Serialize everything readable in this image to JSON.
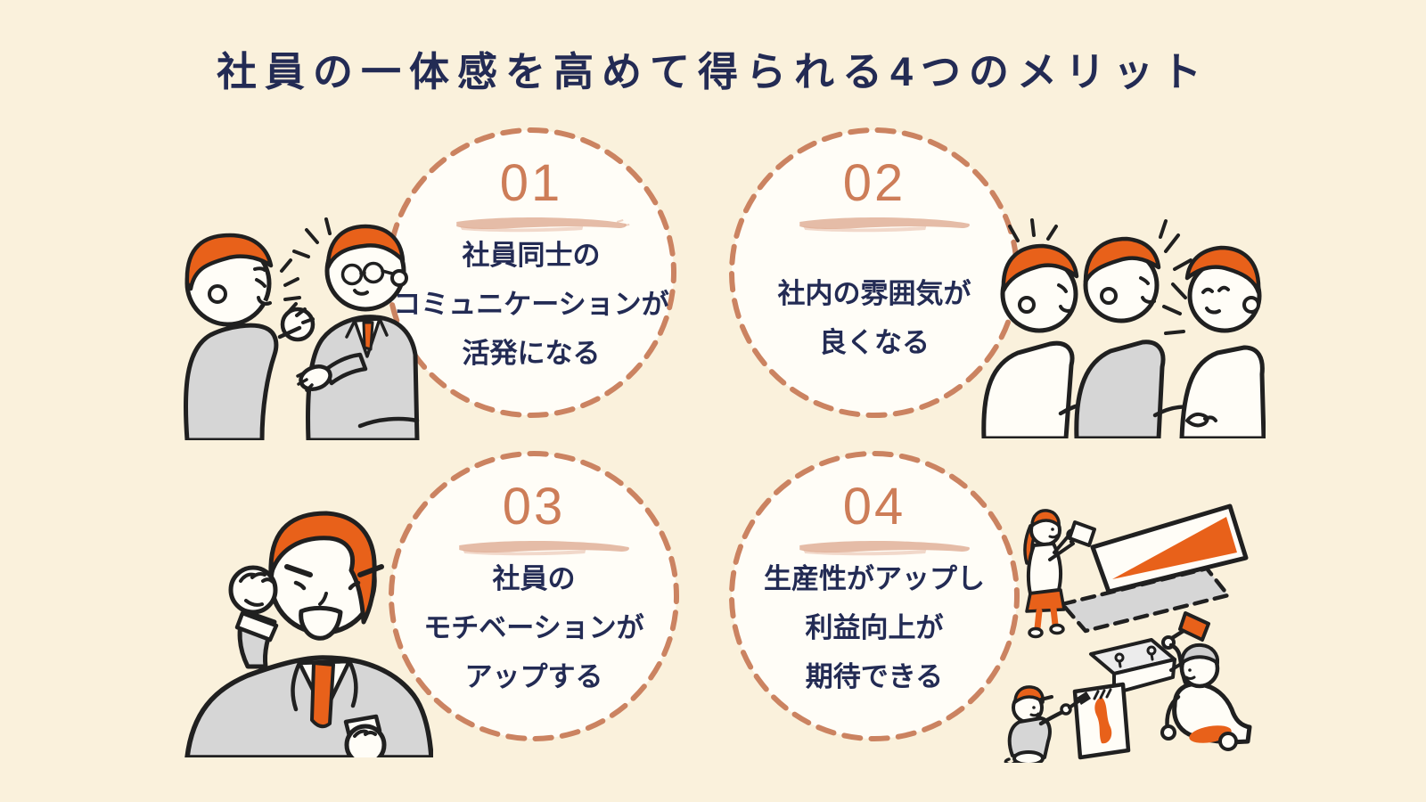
{
  "title": "社員の一体感を高めて得られる4つのメリット",
  "cards": [
    {
      "number": "01",
      "lines": [
        "社員同士の",
        "コミュニケーションが",
        "活発になる"
      ]
    },
    {
      "number": "02",
      "lines": [
        "社内の雰囲気が",
        "良くなる"
      ]
    },
    {
      "number": "03",
      "lines": [
        "社員の",
        "モチベーションが",
        "アップする"
      ]
    },
    {
      "number": "04",
      "lines": [
        "生産性がアップし",
        "利益向上が",
        "期待できる"
      ]
    }
  ],
  "illustrations": [
    {
      "name": "two-employees-talking",
      "position": "top-left"
    },
    {
      "name": "three-colleagues-chatting",
      "position": "top-right"
    },
    {
      "name": "motivated-employee-fist-pump",
      "position": "bottom-left"
    },
    {
      "name": "team-assembling-panels",
      "position": "bottom-right"
    }
  ],
  "colors": {
    "background": "#faf1dc",
    "circle_fill": "#fffdf7",
    "dashed_border": "#cb8361",
    "number": "#cd7d58",
    "brush_underline": "#dfab92",
    "text_navy": "#232b54",
    "accent_orange": "#e8611a",
    "illustration_gray": "#d6d6d6",
    "outline": "#202020"
  }
}
